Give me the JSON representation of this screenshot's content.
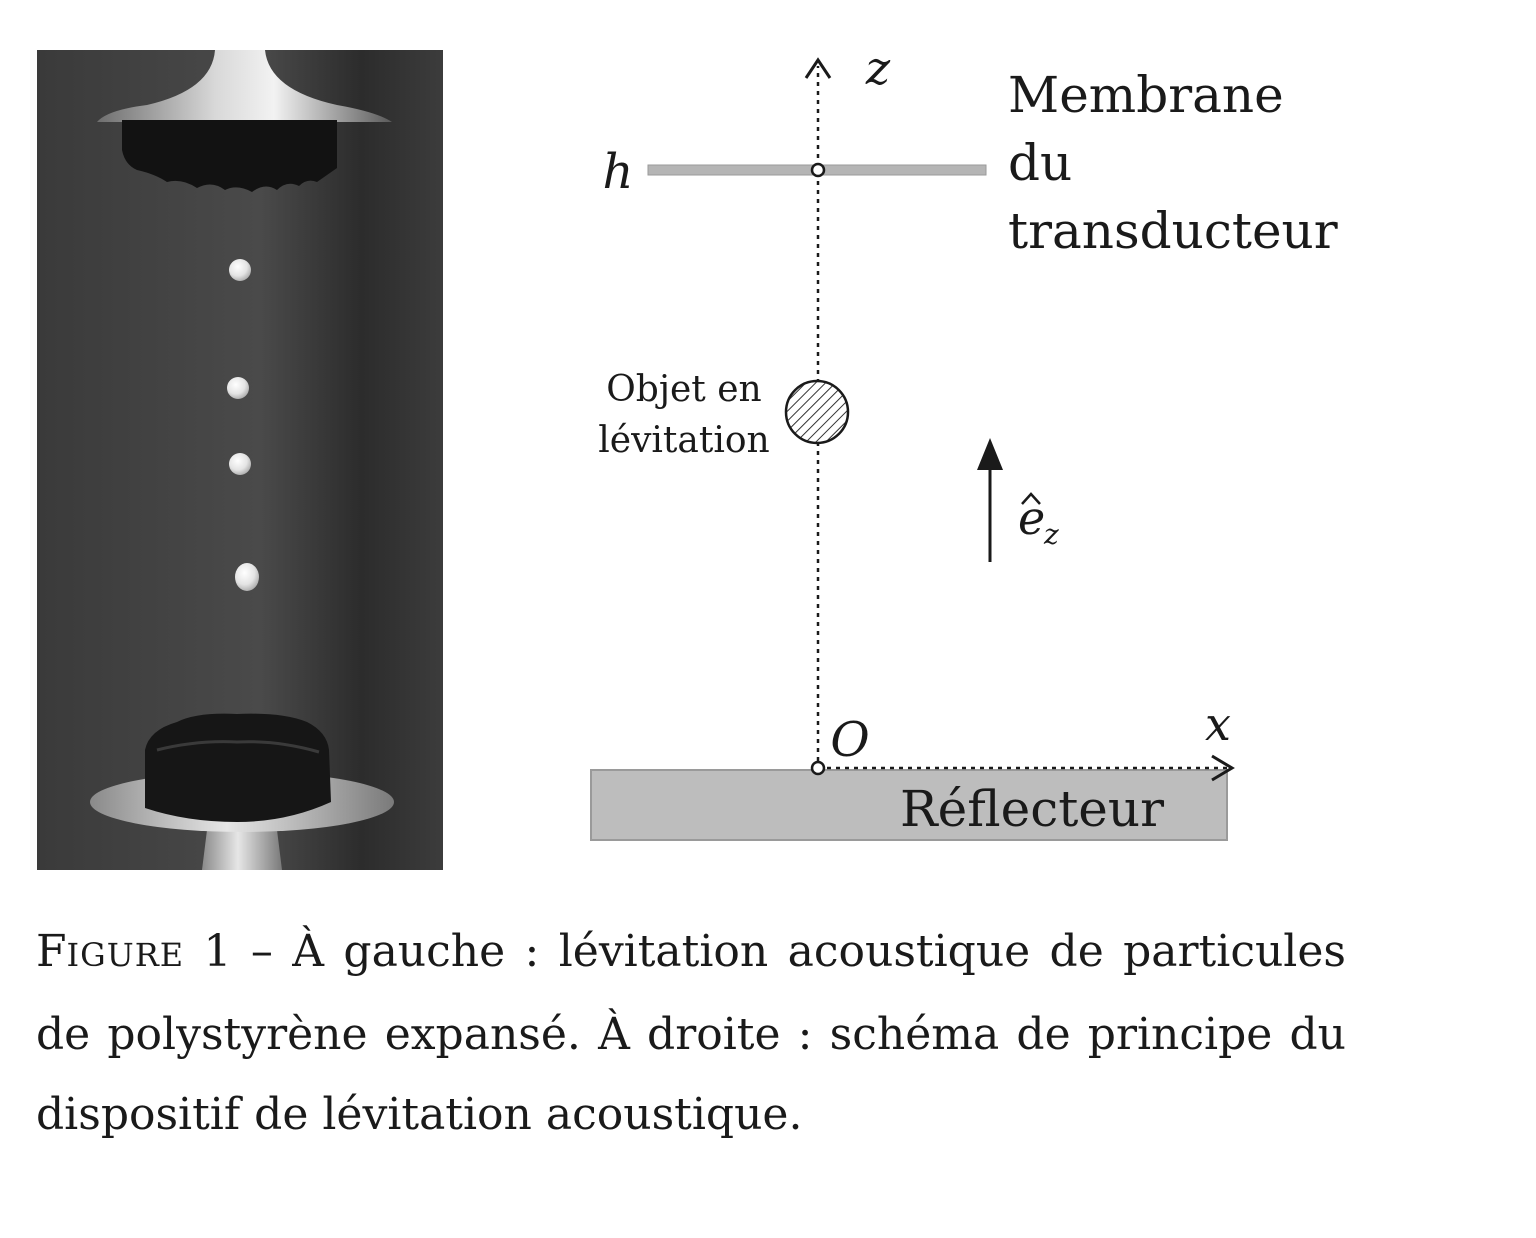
{
  "photo": {
    "content": "acoustic levitation photograph"
  },
  "diagram": {
    "axis_z_label": "z",
    "axis_x_label": "x",
    "height_label": "h",
    "origin_label": "O",
    "membrane_label": [
      "Membrane",
      "du",
      "transducteur"
    ],
    "object_label": [
      "Objet en",
      "lévitation"
    ],
    "unit_vector_label": "e",
    "unit_vector_subscript": "z",
    "reflector_label": "Réflecteur"
  },
  "caption": {
    "figure_first_letter": "F",
    "figure_rest": "IGURE",
    "figure_number": "1",
    "text": " – À gauche : lévitation acoustique de particules de polystyrène expansé. À droite : schéma de principe du dispositif de lévitation acoustique."
  },
  "colors": {
    "membrane": "#b5b5b5",
    "reflector": "#bdbdbd",
    "ink": "#1a1a1a"
  }
}
